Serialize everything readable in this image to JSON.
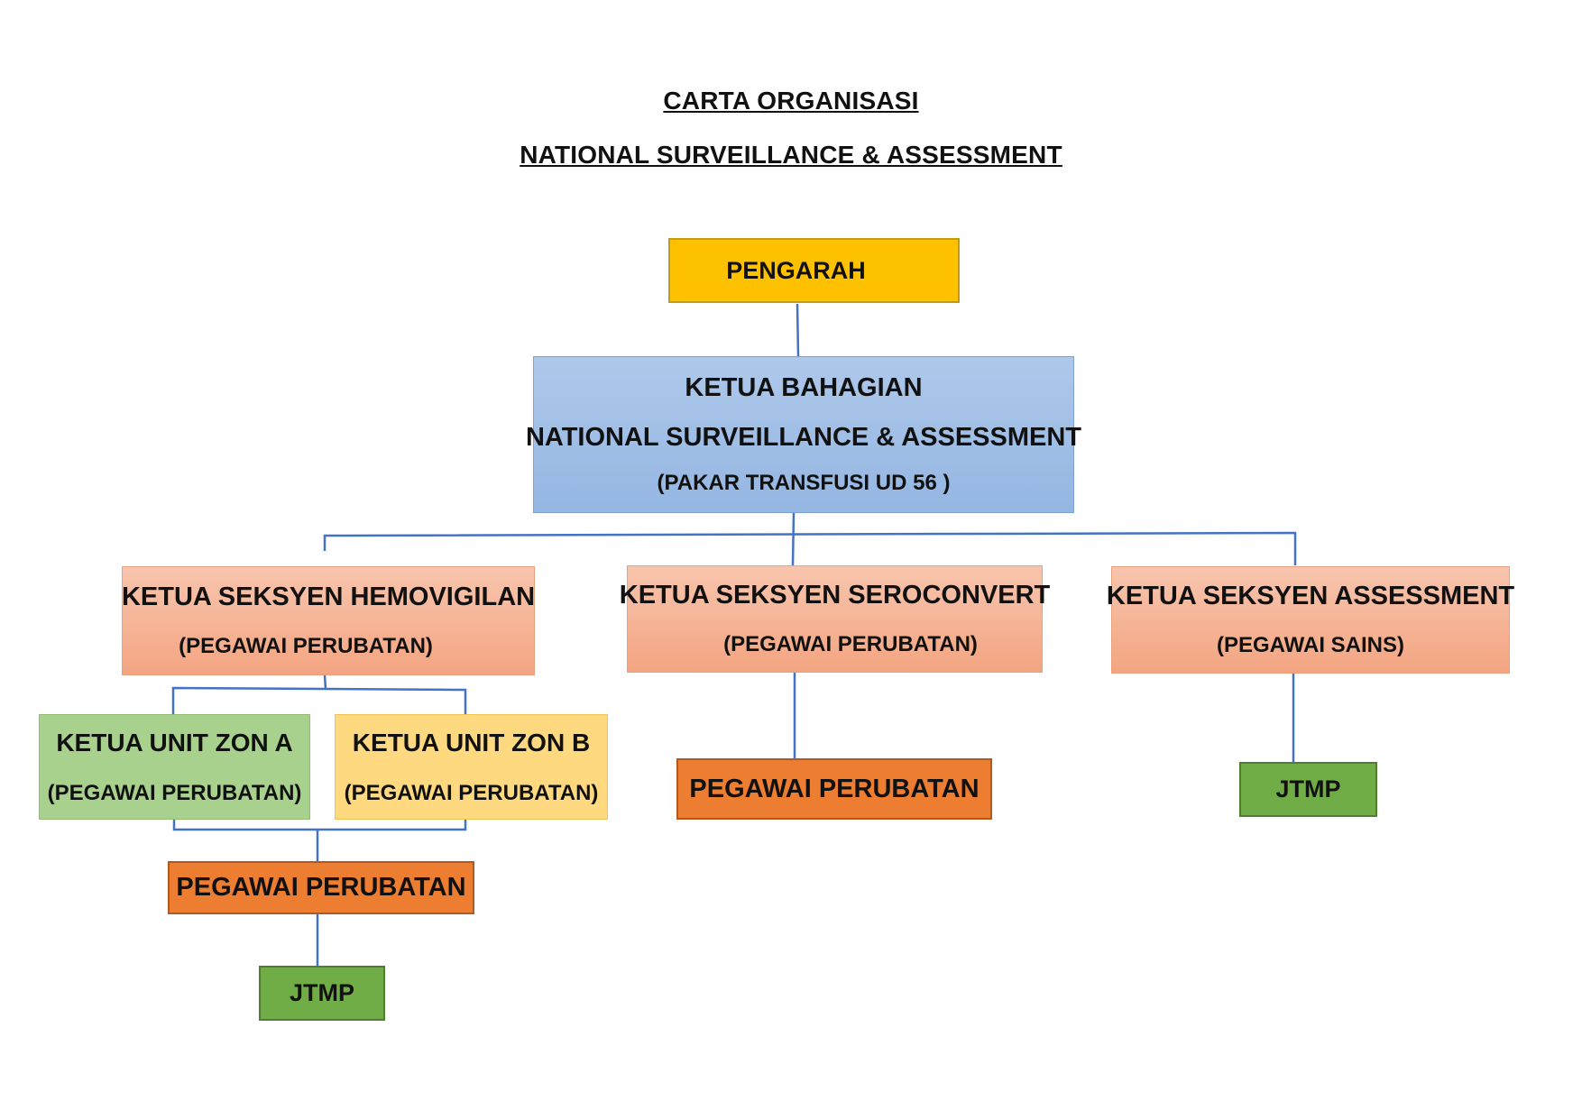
{
  "header": {
    "title": "CARTA ORGANISASI",
    "subtitle": "NATIONAL SURVEILLANCE & ASSESSMENT"
  },
  "nodes": {
    "pengarah": {
      "label": "PENGARAH",
      "color": "#fec100"
    },
    "ketua_bahagian": {
      "line1": "KETUA BAHAGIAN",
      "line2": "NATIONAL SURVEILLANCE & ASSESSMENT",
      "line3": "(PAKAR TRANSFUSI UD 56 )",
      "color": "#9dbde5"
    },
    "seksyen_hemovigilan": {
      "line1": "KETUA SEKSYEN HEMOVIGILAN",
      "line2": "(PEGAWAI PERUBATAN)",
      "color": "#f5b196"
    },
    "seksyen_seroconvert": {
      "line1": "KETUA SEKSYEN SEROCONVERT",
      "line2": "(PEGAWAI PERUBATAN)",
      "color": "#f5b196"
    },
    "seksyen_assessment": {
      "line1": "KETUA SEKSYEN ASSESSMENT",
      "line2": "(PEGAWAI SAINS)",
      "color": "#f5b196"
    },
    "unit_zon_a": {
      "line1": "KETUA UNIT ZON A",
      "line2": "(PEGAWAI PERUBATAN)",
      "color": "#a9d18e"
    },
    "unit_zon_b": {
      "line1": "KETUA UNIT ZON B",
      "line2": "(PEGAWAI PERUBATAN)",
      "color": "#fed97f"
    },
    "pegawai_perubatan_hemo": {
      "label": "PEGAWAI PERUBATAN",
      "color": "#ed7d31"
    },
    "pegawai_perubatan_sero": {
      "label": "PEGAWAI PERUBATAN",
      "color": "#ed7d31"
    },
    "jtmp_hemo": {
      "label": "JTMP",
      "color": "#70ad47"
    },
    "jtmp_assess": {
      "label": "JTMP",
      "color": "#70ad47"
    }
  },
  "connector_color": "#4472c4"
}
